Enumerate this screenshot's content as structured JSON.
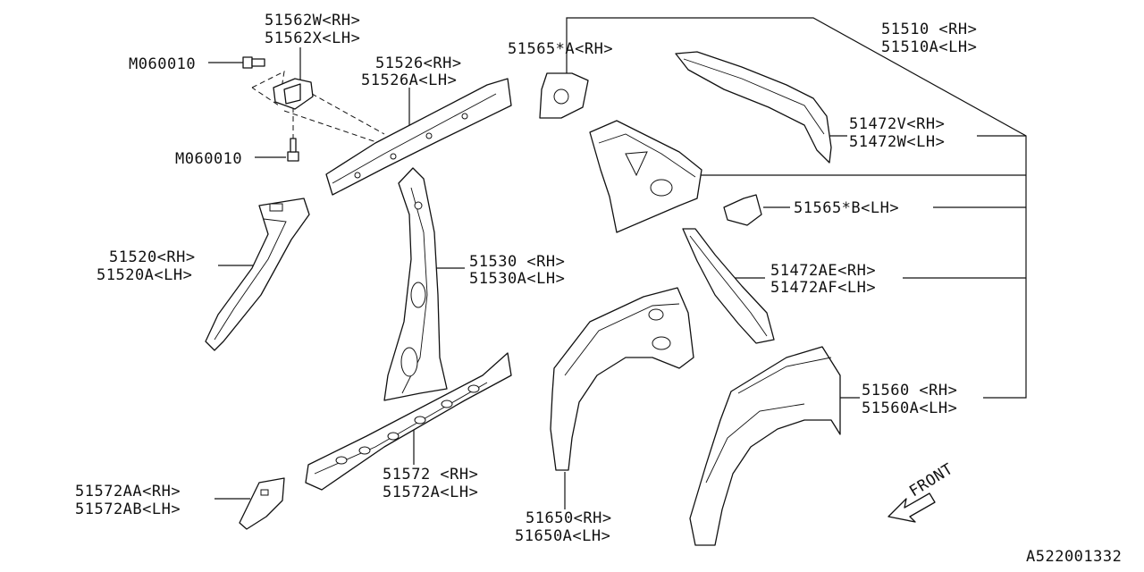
{
  "diagram": {
    "code": "A522001332",
    "front": "FRONT",
    "labels": {
      "p51562": [
        "51562W<RH>",
        "51562X<LH>"
      ],
      "m_top": "M060010",
      "m_bottom": "M060010",
      "p51526": [
        "51526<RH>",
        "51526A<LH>"
      ],
      "p51520": [
        "51520<RH>",
        "51520A<LH>"
      ],
      "p51530": [
        "51530 <RH>",
        "51530A<LH>"
      ],
      "p51572": [
        "51572 <RH>",
        "51572A<LH>"
      ],
      "p51572aa": [
        "51572AA<RH>",
        "51572AB<LH>"
      ],
      "p51565a": "51565*A<RH>",
      "p51510": [
        "51510 <RH>",
        "51510A<LH>"
      ],
      "p51472v": [
        "51472V<RH>",
        "51472W<LH>"
      ],
      "p51565b": "51565*B<LH>",
      "p51472ae": [
        "51472AE<RH>",
        "51472AF<LH>"
      ],
      "p51560": [
        "51560 <RH>",
        "51560A<LH>"
      ],
      "p51650": [
        "51650<RH>",
        "51650A<LH>"
      ]
    }
  }
}
